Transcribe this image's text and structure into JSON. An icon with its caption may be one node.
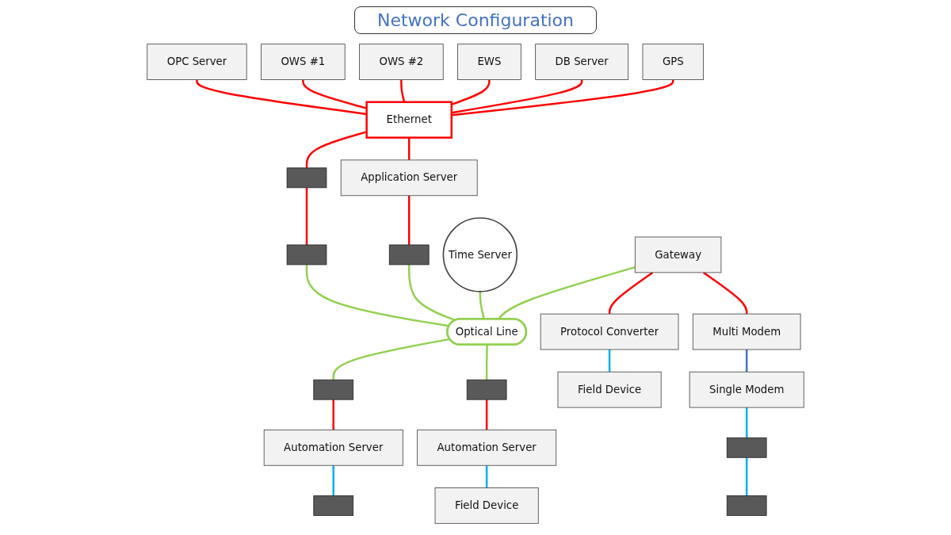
{
  "diagram": {
    "title": "Network Configuration",
    "nodes": [
      {
        "text": [
          "OPC Server"
        ]
      },
      {
        "text": [
          "OWS #1"
        ]
      },
      {
        "text": [
          "OWS #2"
        ]
      },
      {
        "text": [
          "EWS"
        ]
      },
      {
        "text": [
          "DB Server"
        ]
      },
      {
        "text": [
          "GPS"
        ]
      },
      {
        "text": [
          "Ethernet"
        ]
      },
      {
        "text": [],
        "shape": "box"
      },
      {
        "text": [
          "Application Server"
        ]
      },
      {
        "text": [],
        "shape": "box"
      },
      {
        "text": [],
        "shape": "box"
      },
      {
        "text": [
          "Time Server"
        ]
      },
      {
        "text": [
          "Optical Line"
        ]
      },
      {
        "text": [
          "Gateway"
        ]
      },
      {
        "text": [
          "Protocol Converter"
        ]
      },
      {
        "text": [
          "Field Device"
        ]
      },
      {
        "text": [
          "Multi Modem"
        ]
      },
      {
        "text": [
          "Single Modem"
        ]
      },
      {
        "text": [],
        "shape": "box"
      },
      {
        "text": [],
        "shape": "box"
      },
      {
        "text": [],
        "shape": "box"
      },
      {
        "text": [],
        "shape": "box"
      },
      {
        "text": [
          "Automation Server"
        ]
      },
      {
        "text": [],
        "shape": "box"
      },
      {
        "text": [
          "Automation Server"
        ]
      },
      {
        "text": [
          "Field Device"
        ]
      }
    ],
    "edges": [
      {
        "from": 0,
        "to": 6,
        "arrow": "none"
      },
      {
        "from": 1,
        "to": 6,
        "arrow": "none"
      },
      {
        "from": 2,
        "to": 6,
        "arrow": "none"
      },
      {
        "from": 3,
        "to": 6,
        "arrow": "none"
      },
      {
        "from": 4,
        "to": 6,
        "arrow": "none"
      },
      {
        "from": 5,
        "to": 6,
        "arrow": "none"
      },
      {
        "from": 6,
        "to": 7,
        "arrow": "none"
      },
      {
        "from": 6,
        "to": 8,
        "arrow": "none"
      },
      {
        "from": 7,
        "to": 9,
        "arrow": "none"
      },
      {
        "from": 8,
        "to": 10,
        "arrow": "none"
      },
      {
        "from": 11,
        "to": 12,
        "arrow": "none",
        "color": "#92d050"
      },
      {
        "from": 9,
        "to": 12,
        "arrow": "none",
        "color": "#92d050"
      },
      {
        "from": 10,
        "to": 12,
        "arrow": "none",
        "color": "#92d050"
      },
      {
        "from": 13,
        "to": 12,
        "arrow": "none",
        "color": "#92d050"
      },
      {
        "from": 12,
        "to": 20,
        "arrow": "none",
        "color": "#92d050"
      },
      {
        "from": 12,
        "to": 21,
        "arrow": "none",
        "color": "#92d050"
      },
      {
        "from": 13,
        "to": 14,
        "arrow": "none"
      },
      {
        "from": 13,
        "to": 16,
        "arrow": "none"
      },
      {
        "from": 14,
        "to": 15,
        "arrow": "none",
        "color": "#00b0f0"
      },
      {
        "from": 16,
        "to": 17,
        "arrow": "none",
        "color": "#4472c4"
      },
      {
        "from": 17,
        "to": 18,
        "arrow": "none",
        "color": "#00b0f0"
      },
      {
        "from": 18,
        "to": 19,
        "arrow": "none",
        "color": "#00b0f0"
      },
      {
        "from": 20,
        "to": 22,
        "arrow": "none"
      },
      {
        "from": 21,
        "to": 24,
        "arrow": "none"
      },
      {
        "from": 22,
        "to": 23,
        "arrow": "none",
        "color": "#00b0f0"
      },
      {
        "from": 24,
        "to": 25,
        "arrow": "none",
        "color": "#00b0f0"
      }
    ]
  }
}
